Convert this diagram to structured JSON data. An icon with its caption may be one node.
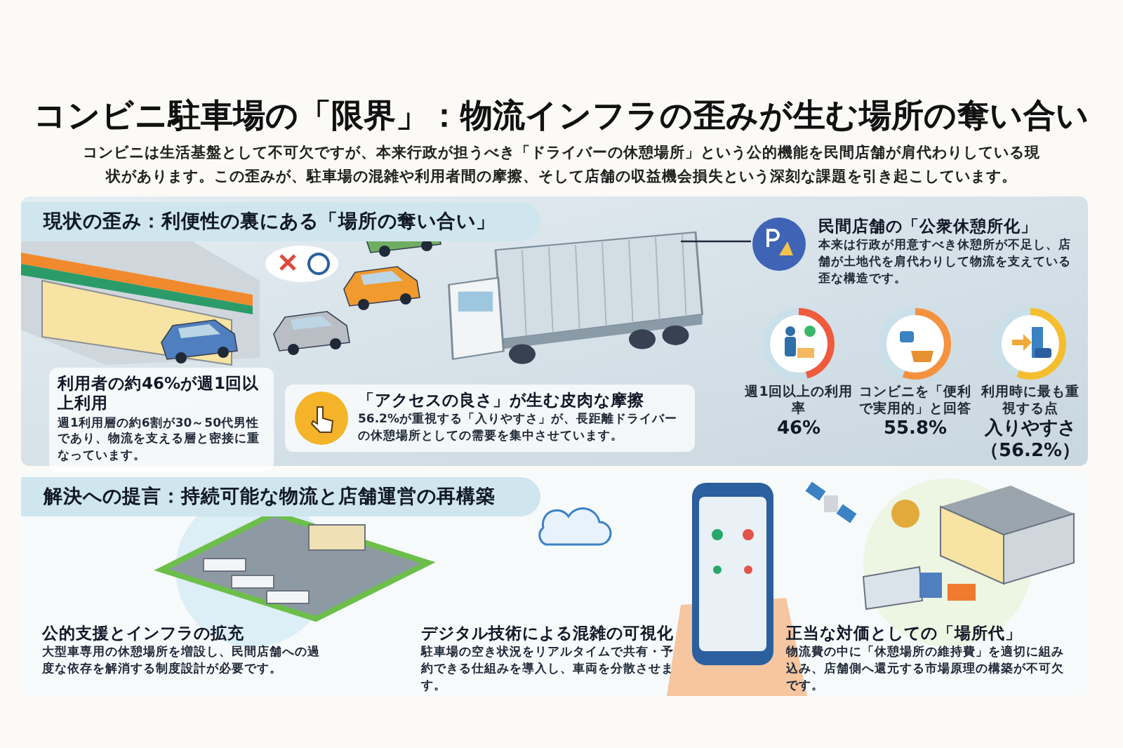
{
  "diagram": {
    "title": "コンビニ駐車場の「限界」：物流インフラの歪みが生む場所の奪い合い",
    "nodes": [
      {
        "text": [
          "現状の歪み：利便性の裏にある「場所の奪い合い」"
        ]
      },
      {
        "text": [
          "利用者の約46%が週1回以上利用",
          "週1利用層の約6割が30～50代男性であり、物流を支える層と密接に重なっています。"
        ],
        "in": 0
      },
      {
        "text": [
          "「アクセスの良さ」が生む皮肉な摩擦",
          "56.2%が重視する「入りやすさ」が、長距離ドライバーの休憩場所としての需要を集中させています。"
        ],
        "in": 0
      },
      {
        "text": [
          "民間店舗の「公衆休憩所化」",
          "本来は行政が用意すべき休憩所が不足し、店舗が土地代を肩代わりして物流を支えている歪な構造です。"
        ],
        "in": 0
      },
      {
        "text": [],
        "shape": "picture",
        "in": 0
      },
      {
        "text": [
          "週1回以上の利用率",
          "46%"
        ],
        "in": 0
      },
      {
        "text": [
          "コンビニを「便利で実用的」と回答",
          "55.8%"
        ],
        "in": 0
      },
      {
        "text": [
          "利用時に最も重視する点",
          "入りやすさ（56.2%）"
        ],
        "in": 0
      },
      {
        "text": [
          "解決への提言：持続可能な物流と店舗運営の再構築"
        ]
      },
      {
        "text": [
          "公的支援とインフラの拡充",
          "大型車専用の休憩場所を増設し、民間店舗への過度な依存を解消する制度設計が必要です。"
        ],
        "in": 8
      },
      {
        "text": [
          "デジタル技術による混雑の可視化",
          "駐車場の空き状況をリアルタイムで共有・予約できる仕組みを導入し、車両を分散させます。"
        ],
        "in": 8
      },
      {
        "text": [
          "正当な対価としての「場所代」",
          "物流費の中に「休憩場所の維持費」を適切に組み込み、店舗側へ還元する市場原理の構築が不可欠です。"
        ],
        "in": 8
      }
    ],
    "edges": [
      {
        "from": 3,
        "to": 4,
        "arrow": "none"
      }
    ],
    "labels": [
      "コンビニは生活基盤として不可欠ですが、本来行政が担うべき「ドライバーの休憩場所」という公的機能を民間店舗が肩代わりしている現状があります。この歪みが、駐車場の混雑や利用者間の摩擦、そして店舗の収益機会損失という深刻な課題を引き起こしています。"
    ]
  }
}
